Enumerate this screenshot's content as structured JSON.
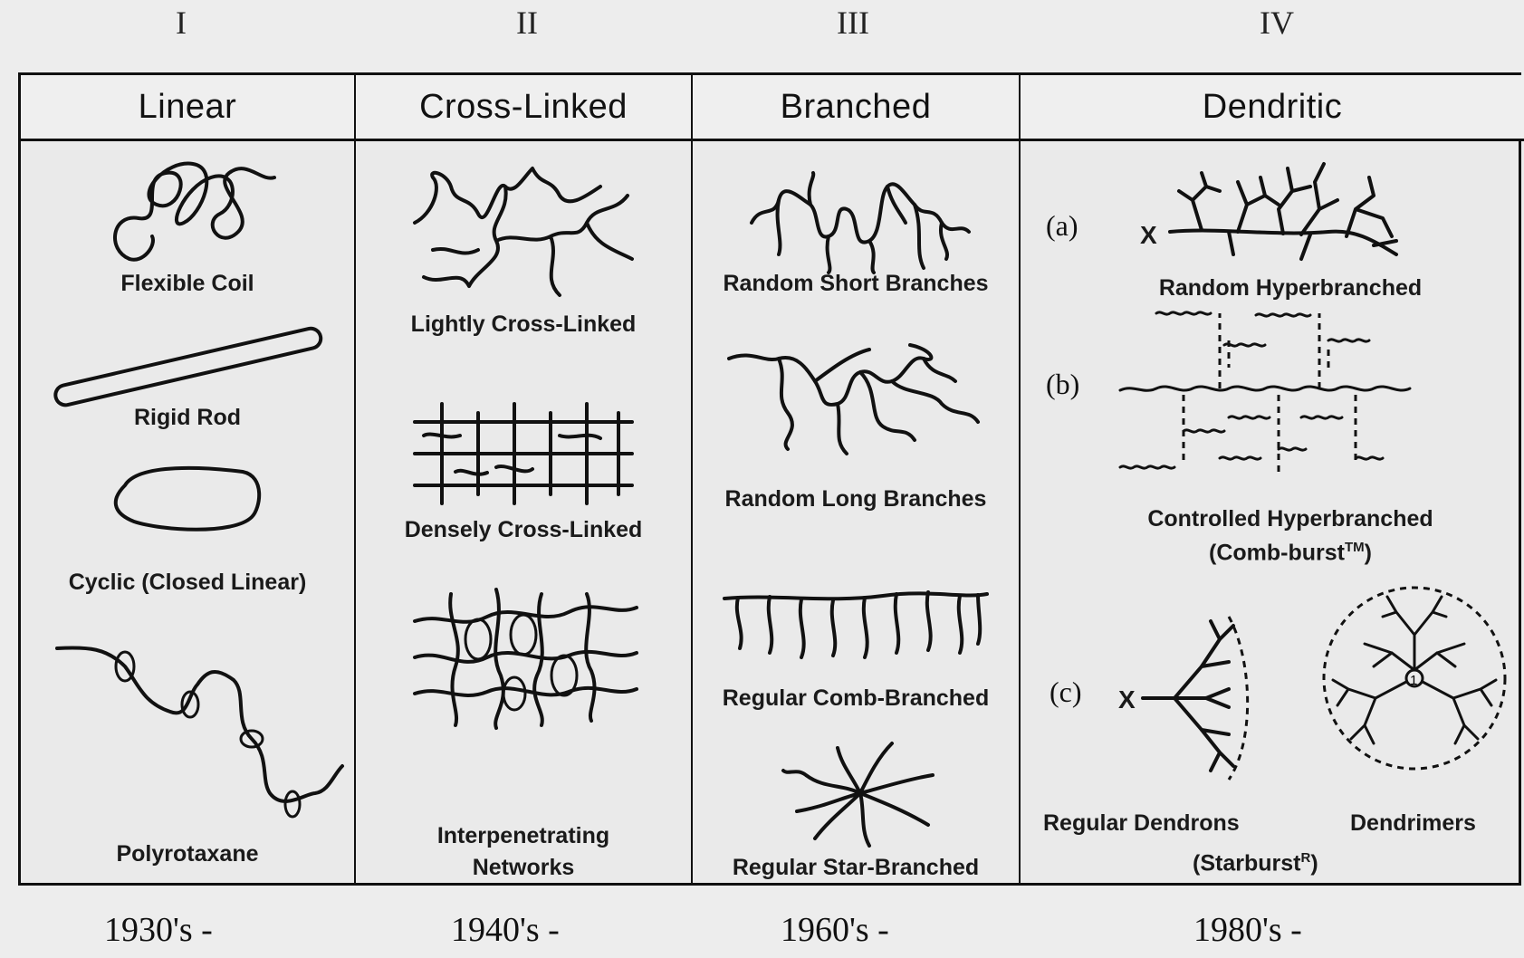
{
  "eras": [
    {
      "numeral": "I",
      "decade": "1930's -"
    },
    {
      "numeral": "II",
      "decade": "1940's -"
    },
    {
      "numeral": "III",
      "decade": "1960's -"
    },
    {
      "numeral": "IV",
      "decade": "1980's -"
    }
  ],
  "columns": {
    "linear": {
      "title": "Linear",
      "items": [
        "Flexible Coil",
        "Rigid Rod",
        "Cyclic (Closed Linear)",
        "Polyrotaxane"
      ]
    },
    "crosslinked": {
      "title": "Cross-Linked",
      "items": [
        "Lightly Cross-Linked",
        "Densely Cross-Linked",
        "Interpenetrating",
        "Networks"
      ]
    },
    "branched": {
      "title": "Branched",
      "items": [
        "Random Short Branches",
        "Random Long Branches",
        "Regular Comb-Branched",
        "Regular Star-Branched"
      ]
    },
    "dendritic": {
      "title": "Dendritic",
      "sub_a": "(a)",
      "sub_b": "(b)",
      "sub_c": "(c)",
      "focal_label": "X",
      "random_hyperbranched": "Random Hyperbranched",
      "controlled_hyperbranched": "Controlled Hyperbranched",
      "comb_burst": "(Comb-burst",
      "comb_burst_sup": "TM",
      "regular_dendrons": "Regular Dendrons",
      "dendrimers": "Dendrimers",
      "starburst": "(Starburst",
      "starburst_sup": "R",
      "core_label": "1"
    }
  }
}
